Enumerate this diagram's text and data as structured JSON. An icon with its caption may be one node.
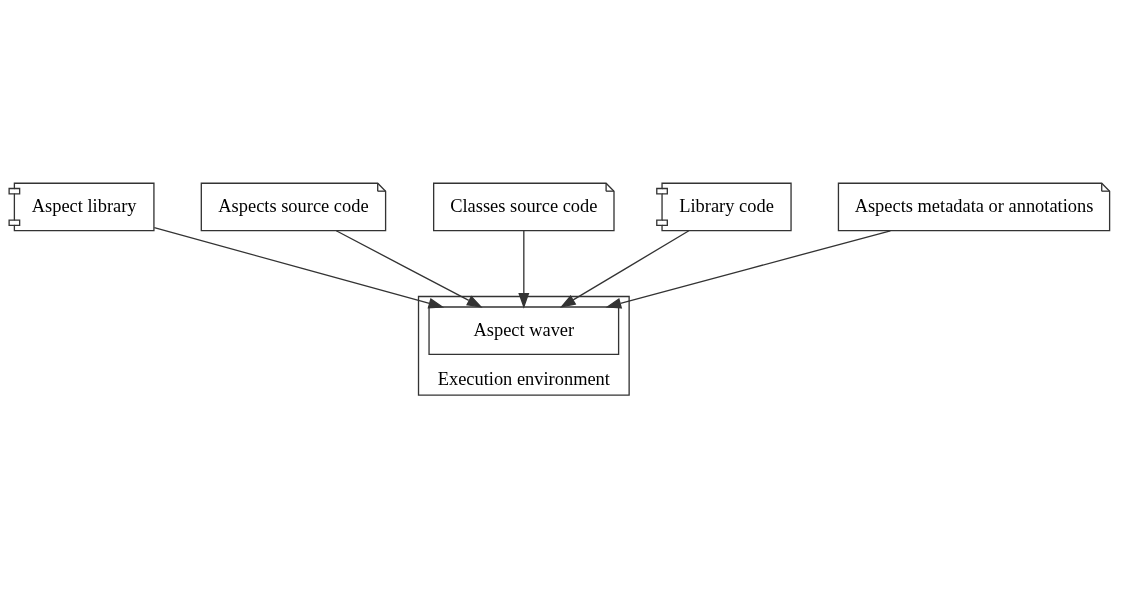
{
  "diagram": {
    "nodes": [
      {
        "text": [
          "Aspect library"
        ]
      },
      {
        "text": [
          "Aspects source code"
        ]
      },
      {
        "text": [
          "Classes source code"
        ]
      },
      {
        "text": [
          "Library code"
        ]
      },
      {
        "text": [
          "Execution environment"
        ]
      },
      {
        "text": [
          "Aspect waver"
        ],
        "in": 4
      },
      {
        "text": [
          "Aspects metadata or annotations"
        ]
      }
    ],
    "edges": [
      {
        "from": 0,
        "to": 5,
        "arrow": "to"
      },
      {
        "from": 1,
        "to": 5,
        "arrow": "to"
      },
      {
        "from": 2,
        "to": 5,
        "arrow": "to"
      },
      {
        "from": 3,
        "to": 5,
        "arrow": "to"
      },
      {
        "from": 6,
        "to": 5,
        "arrow": "to"
      }
    ]
  }
}
